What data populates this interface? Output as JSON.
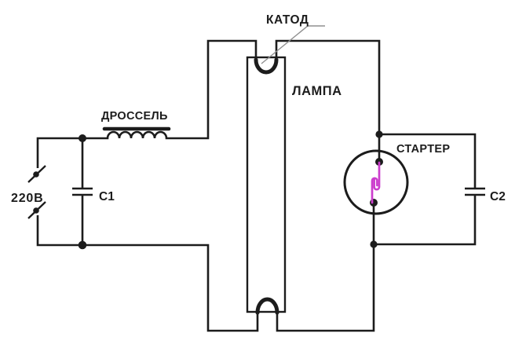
{
  "labels": {
    "cathode": "КАТОД",
    "lamp": "ЛАМПА",
    "choke": "ДРОССЕЛЬ",
    "starter": "СТАРТЕР",
    "voltage": "220В",
    "cap1": "C1",
    "cap2": "C2"
  },
  "colors": {
    "line": "#1c1c1c",
    "text": "#1c1c1c",
    "electrode": "#cc3ecd",
    "leader": "#8f8f8f",
    "background": "#ffffff"
  }
}
